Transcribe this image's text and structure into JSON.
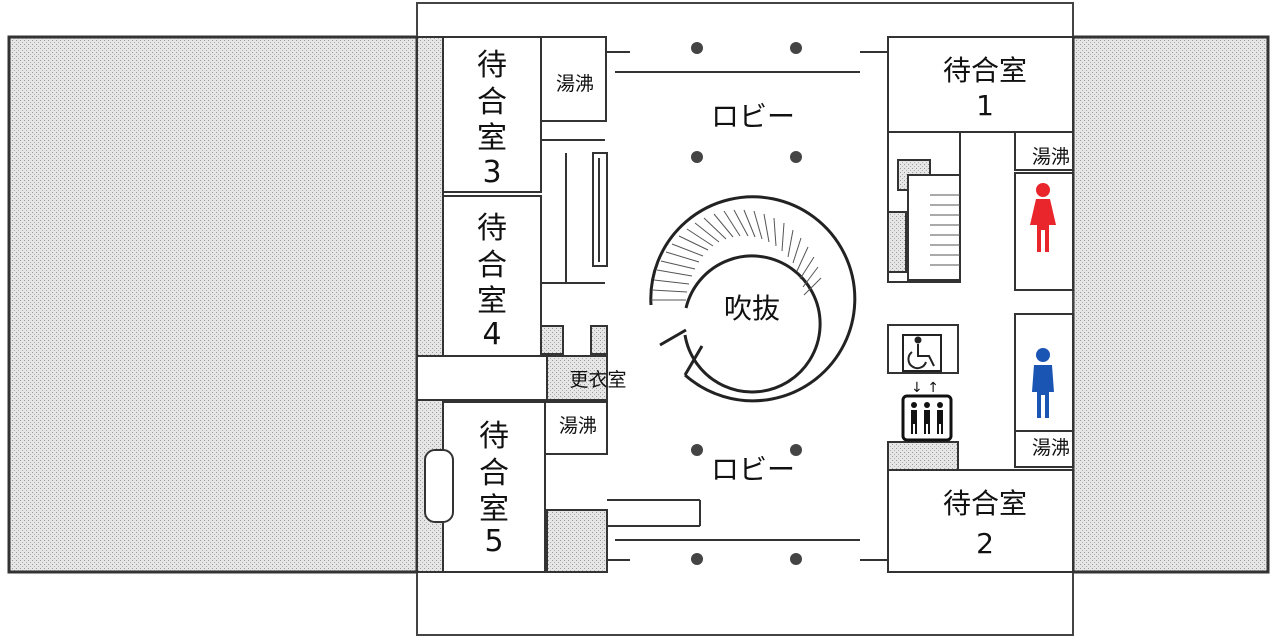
{
  "rooms": {
    "waiting1": {
      "name": "待合室",
      "num": "1"
    },
    "waiting2": {
      "name": "待合室",
      "num": "2"
    },
    "waiting3": {
      "chars": [
        "待",
        "合",
        "室",
        "3"
      ]
    },
    "waiting4": {
      "chars": [
        "待",
        "合",
        "室",
        "4"
      ]
    },
    "waiting5": {
      "chars": [
        "待",
        "合",
        "室",
        "5"
      ]
    }
  },
  "kettle": "湯沸",
  "changing_room": "更衣室",
  "lobby": "ロビー",
  "atrium": "吹抜",
  "colors": {
    "female_restroom": "#e8262b",
    "male_restroom": "#1a55b4",
    "wall": "#333333",
    "hatch": "#c8c8c8"
  },
  "icons": [
    "female-restroom-icon",
    "male-restroom-icon",
    "wheelchair-icon",
    "elevator-icon",
    "stair-icon"
  ]
}
